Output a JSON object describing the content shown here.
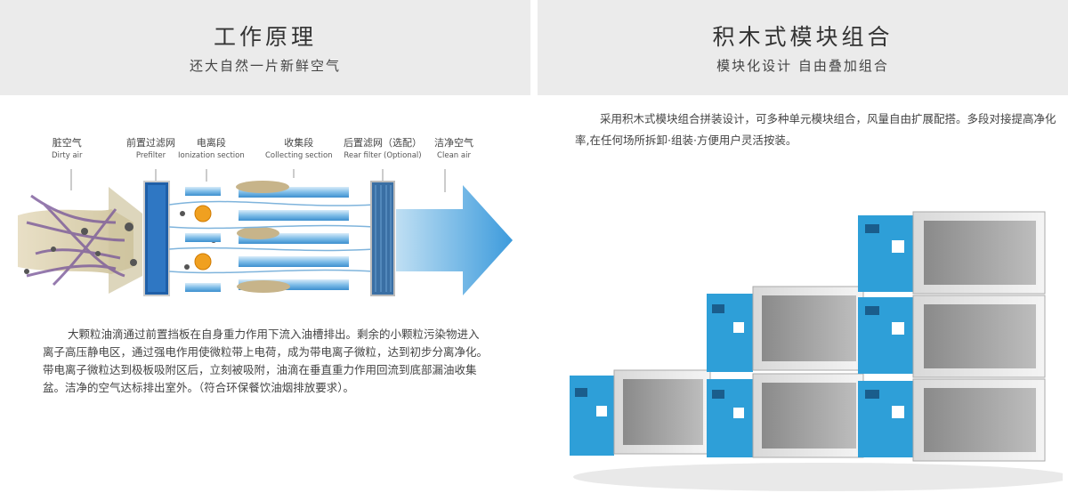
{
  "left": {
    "title": "工作原理",
    "subtitle": "还大自然一片新鲜空气",
    "labels": [
      {
        "cn": "脏空气",
        "en": "Dirty air"
      },
      {
        "cn": "前置过滤网",
        "en": "Prefilter"
      },
      {
        "cn": "电离段",
        "en": "Ionization section"
      },
      {
        "cn": "收集段",
        "en": "Collecting section"
      },
      {
        "cn": "后置滤网（选配）",
        "en": "Rear filter (Optional)"
      },
      {
        "cn": "洁净空气",
        "en": "Clean air"
      }
    ],
    "description": "大颗粒油滴通过前置挡板在自身重力作用下流入油槽排出。剩余的小颗粒污染物进入离子高压静电区，通过强电作用使微粒带上电荷，成为带电离子微粒，达到初步分离净化。带电离子微粒达到极板吸附区后，立刻被吸附，油滴在垂直重力作用回流到底部漏油收集盆。洁净的空气达标排出室外。（符合环保餐饮油烟排放要求）。"
  },
  "right": {
    "title": "积木式模块组合",
    "subtitle": "模块化设计 自由叠加组合",
    "description": "采用积木式模块组合拼装设计，可多种单元模块组合，风量自由扩展配搭。多段对接提高净化率,在任何场所拆卸·组装·方便用户灵活按装。"
  },
  "colors": {
    "banner": "#ebebeb",
    "unit_blue": "#2e9fd8",
    "arrow_blue": "#4aa6df"
  }
}
